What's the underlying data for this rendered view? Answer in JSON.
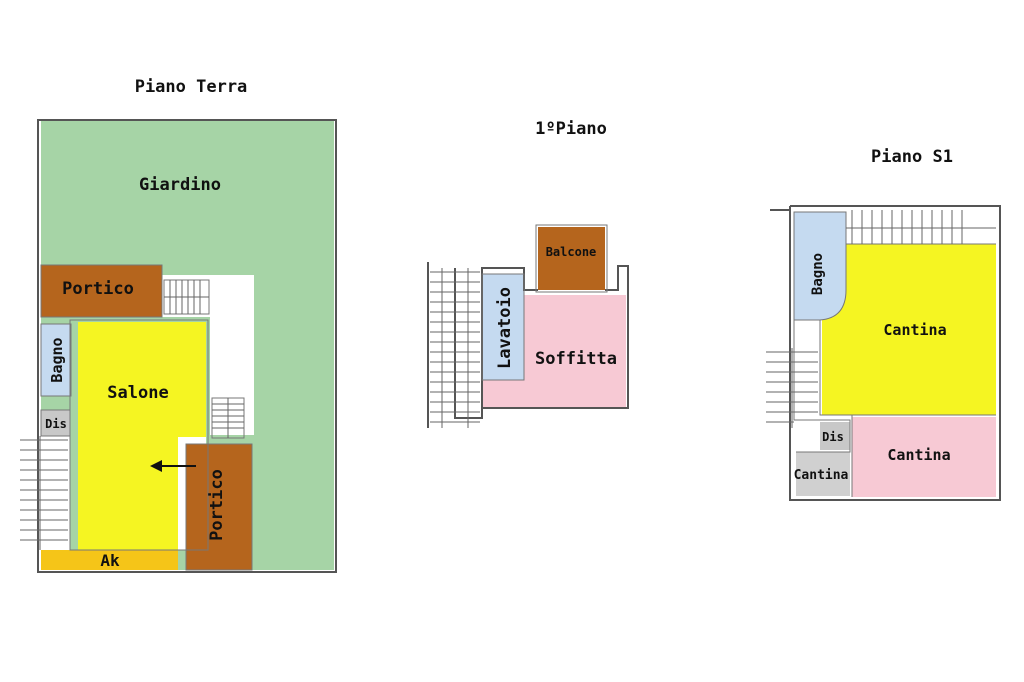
{
  "colors": {
    "garden": "#a6d4a6",
    "salone": "#f5f522",
    "portico": "#b5651d",
    "bagno": "#c5daf0",
    "dis": "#c8c8c8",
    "ak": "#f5c518",
    "soffitta": "#f7c9d4",
    "cantina_yellow": "#f5f522",
    "cantina_pink": "#f7c9d4",
    "cantina_grey": "#d0d0d0"
  },
  "floors": {
    "ground": {
      "title": "Piano Terra",
      "rooms": {
        "giardino": "Giardino",
        "portico_top": "Portico",
        "bagno": "Bagno",
        "salone": "Salone",
        "dis": "Dis",
        "portico_side": "Portico",
        "ak": "Ak"
      }
    },
    "first": {
      "title": "1ºPiano",
      "rooms": {
        "balcone": "Balcone",
        "lavatoio": "Lavatoio",
        "soffitta": "Soffitta"
      }
    },
    "basement": {
      "title": "Piano S1",
      "rooms": {
        "bagno": "Bagno",
        "cantina_main": "Cantina",
        "dis": "Dis",
        "cantina_small": "Cantina",
        "cantina_pink": "Cantina"
      }
    }
  }
}
